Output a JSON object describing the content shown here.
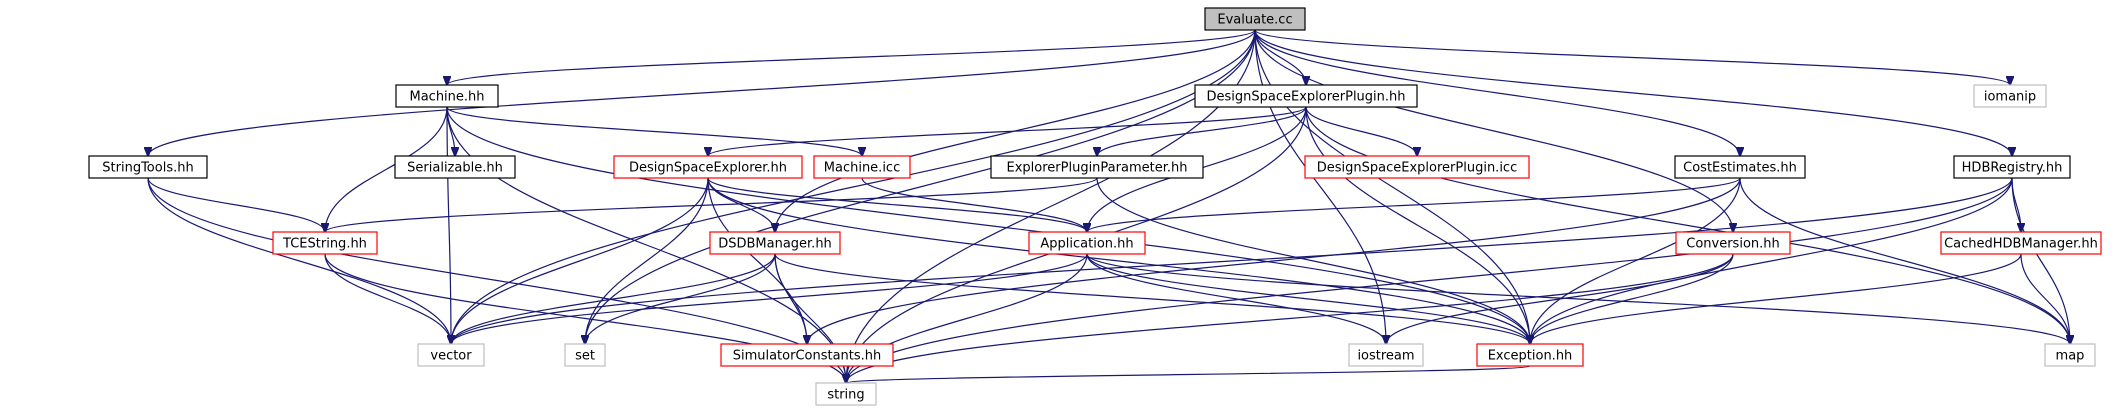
{
  "colors": {
    "edge": "#191970",
    "border_documented": "#000000",
    "border_truncated": "#ff0000",
    "border_external": "#bfbfbf",
    "root_fill": "#bfbfbf",
    "node_fill": "#ffffff"
  },
  "nodes": [
    {
      "id": "evaluate",
      "label": "Evaluate.cc",
      "kind": "root"
    },
    {
      "id": "machine_hh",
      "label": "Machine.hh",
      "kind": "documented"
    },
    {
      "id": "dsep_hh",
      "label": "DesignSpaceExplorerPlugin.hh",
      "kind": "documented"
    },
    {
      "id": "iomanip",
      "label": "iomanip",
      "kind": "external"
    },
    {
      "id": "stringtools",
      "label": "StringTools.hh",
      "kind": "documented"
    },
    {
      "id": "serializable",
      "label": "Serializable.hh",
      "kind": "documented"
    },
    {
      "id": "dse_hh",
      "label": "DesignSpaceExplorer.hh",
      "kind": "truncated"
    },
    {
      "id": "machine_icc",
      "label": "Machine.icc",
      "kind": "truncated"
    },
    {
      "id": "epp_hh",
      "label": "ExplorerPluginParameter.hh",
      "kind": "documented"
    },
    {
      "id": "dsep_icc",
      "label": "DesignSpaceExplorerPlugin.icc",
      "kind": "truncated"
    },
    {
      "id": "cost_hh",
      "label": "CostEstimates.hh",
      "kind": "documented"
    },
    {
      "id": "hdbreg",
      "label": "HDBRegistry.hh",
      "kind": "documented"
    },
    {
      "id": "tcestring",
      "label": "TCEString.hh",
      "kind": "truncated"
    },
    {
      "id": "dsdb",
      "label": "DSDBManager.hh",
      "kind": "truncated"
    },
    {
      "id": "application",
      "label": "Application.hh",
      "kind": "truncated"
    },
    {
      "id": "conversion",
      "label": "Conversion.hh",
      "kind": "truncated"
    },
    {
      "id": "cachedhdb",
      "label": "CachedHDBManager.hh",
      "kind": "truncated"
    },
    {
      "id": "vector",
      "label": "vector",
      "kind": "external"
    },
    {
      "id": "set",
      "label": "set",
      "kind": "external"
    },
    {
      "id": "simconst",
      "label": "SimulatorConstants.hh",
      "kind": "truncated"
    },
    {
      "id": "iostream",
      "label": "iostream",
      "kind": "external"
    },
    {
      "id": "exception",
      "label": "Exception.hh",
      "kind": "truncated"
    },
    {
      "id": "map",
      "label": "map",
      "kind": "external"
    },
    {
      "id": "string",
      "label": "string",
      "kind": "external"
    }
  ],
  "edges": [
    [
      "evaluate",
      "machine_hh"
    ],
    [
      "evaluate",
      "dsep_hh"
    ],
    [
      "evaluate",
      "iomanip"
    ],
    [
      "evaluate",
      "stringtools"
    ],
    [
      "evaluate",
      "cost_hh"
    ],
    [
      "evaluate",
      "hdbreg"
    ],
    [
      "evaluate",
      "conversion"
    ],
    [
      "evaluate",
      "exception"
    ],
    [
      "evaluate",
      "iostream"
    ],
    [
      "evaluate",
      "dsdb"
    ],
    [
      "evaluate",
      "set"
    ],
    [
      "evaluate",
      "vector"
    ],
    [
      "evaluate",
      "string"
    ],
    [
      "machine_hh",
      "serializable"
    ],
    [
      "machine_hh",
      "tcestring"
    ],
    [
      "machine_hh",
      "machine_icc"
    ],
    [
      "machine_hh",
      "vector"
    ],
    [
      "machine_hh",
      "exception"
    ],
    [
      "machine_hh",
      "string"
    ],
    [
      "dsep_hh",
      "dse_hh"
    ],
    [
      "dsep_hh",
      "epp_hh"
    ],
    [
      "dsep_hh",
      "dsep_icc"
    ],
    [
      "dsep_hh",
      "application"
    ],
    [
      "dsep_hh",
      "exception"
    ],
    [
      "dsep_hh",
      "map"
    ],
    [
      "dsep_hh",
      "string"
    ],
    [
      "stringtools",
      "tcestring"
    ],
    [
      "stringtools",
      "vector"
    ],
    [
      "stringtools",
      "string"
    ],
    [
      "dse_hh",
      "dsdb"
    ],
    [
      "dse_hh",
      "application"
    ],
    [
      "dse_hh",
      "simconst"
    ],
    [
      "dse_hh",
      "vector"
    ],
    [
      "dse_hh",
      "set"
    ],
    [
      "dse_hh",
      "exception"
    ],
    [
      "machine_icc",
      "application"
    ],
    [
      "epp_hh",
      "tcestring"
    ],
    [
      "epp_hh",
      "exception"
    ],
    [
      "cost_hh",
      "application"
    ],
    [
      "cost_hh",
      "exception"
    ],
    [
      "cost_hh",
      "simconst"
    ],
    [
      "cost_hh",
      "map"
    ],
    [
      "hdbreg",
      "cachedhdb"
    ],
    [
      "hdbreg",
      "exception"
    ],
    [
      "hdbreg",
      "map"
    ],
    [
      "hdbreg",
      "vector"
    ],
    [
      "hdbreg",
      "string"
    ],
    [
      "tcestring",
      "vector"
    ],
    [
      "tcestring",
      "string"
    ],
    [
      "dsdb",
      "simconst"
    ],
    [
      "dsdb",
      "exception"
    ],
    [
      "dsdb",
      "vector"
    ],
    [
      "dsdb",
      "set"
    ],
    [
      "dsdb",
      "string"
    ],
    [
      "application",
      "iostream"
    ],
    [
      "application",
      "vector"
    ],
    [
      "application",
      "map"
    ],
    [
      "application",
      "string"
    ],
    [
      "application",
      "exception"
    ],
    [
      "conversion",
      "exception"
    ],
    [
      "conversion",
      "iostream"
    ],
    [
      "conversion",
      "string"
    ],
    [
      "cachedhdb",
      "exception"
    ],
    [
      "cachedhdb",
      "map"
    ],
    [
      "exception",
      "string"
    ]
  ]
}
